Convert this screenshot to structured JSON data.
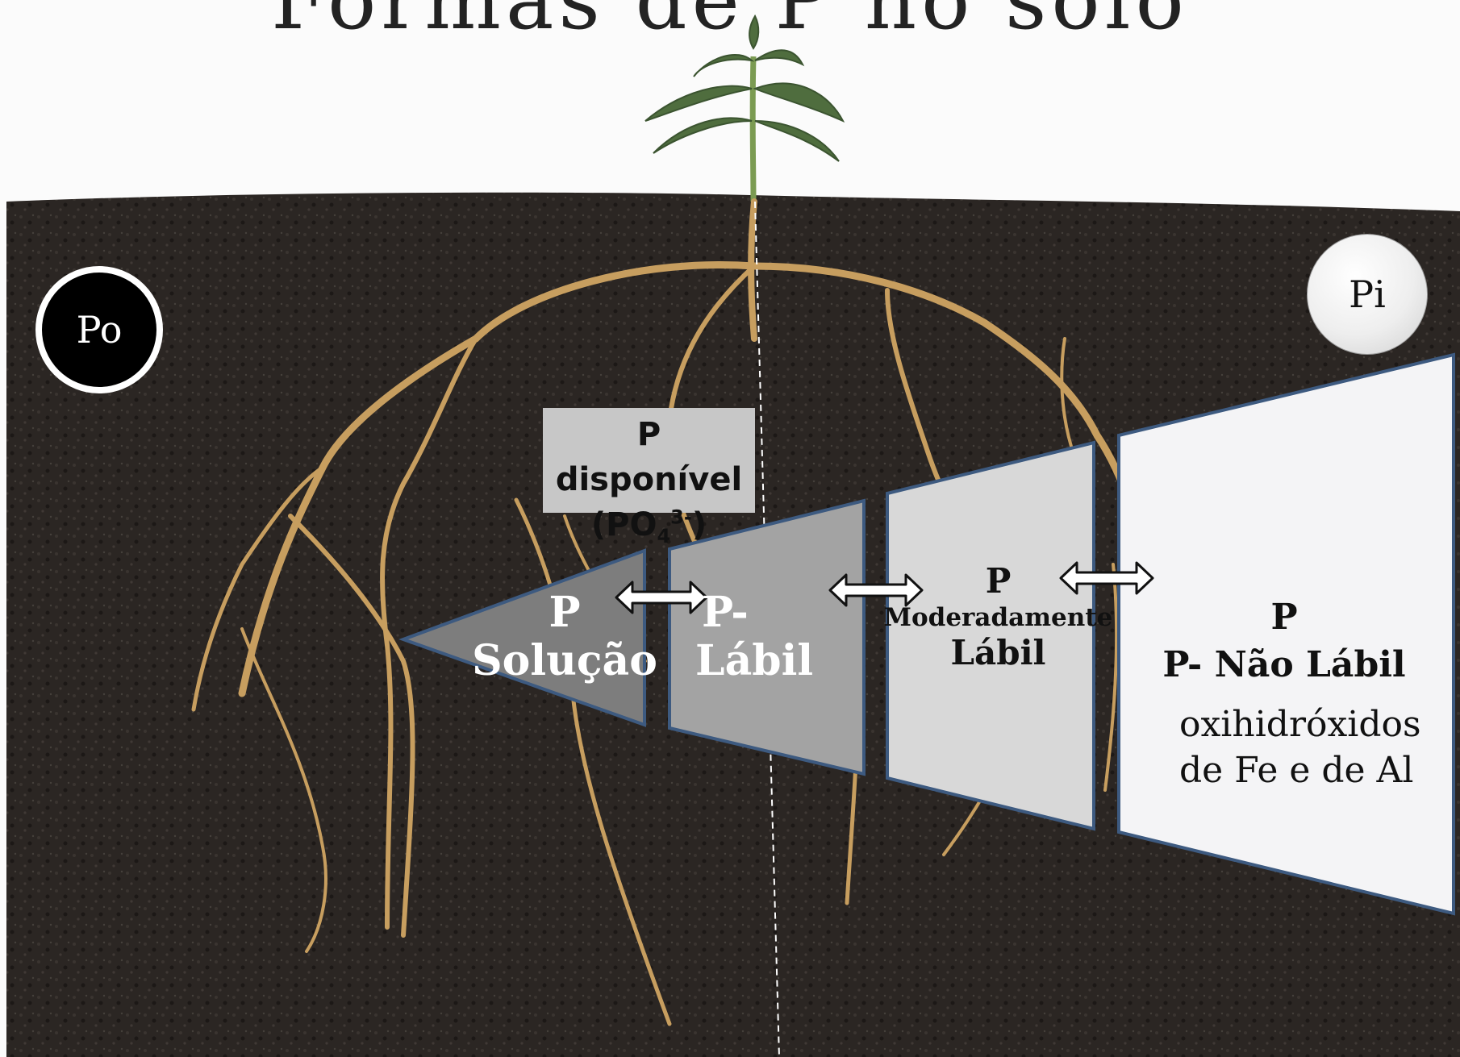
{
  "title_fragment": "Formas de P no solo",
  "organic_circle": {
    "label": "Po"
  },
  "inorganic_circle": {
    "label": "Pi"
  },
  "p_disponivel": {
    "line1": "P disponível",
    "formula_base": "(PO",
    "formula_sub": "4",
    "formula_sup": "3-",
    "formula_end": ")"
  },
  "pools": {
    "solucao": {
      "line1": "P",
      "line2": "Solução"
    },
    "labil": {
      "line1": "P-",
      "line2": "Lábil"
    },
    "moderado": {
      "line1": "P",
      "line2": "Moderadamente",
      "line3": "Lábil"
    },
    "nao_labil": {
      "line1": "P",
      "line2": "P- Não Lábil",
      "description": "oxihidróxidos de Fe e de Al"
    }
  },
  "colors": {
    "soil": "#2b2623",
    "sky": "#fbfbfb",
    "pool_solucao": "#7d7d7d",
    "pool_labil": "#a3a3a3",
    "pool_moderado": "#d8d8d8",
    "pool_nao_labil": "#f4f4f6",
    "pool_border": "#3d5a80",
    "root": "#c79e5f"
  }
}
